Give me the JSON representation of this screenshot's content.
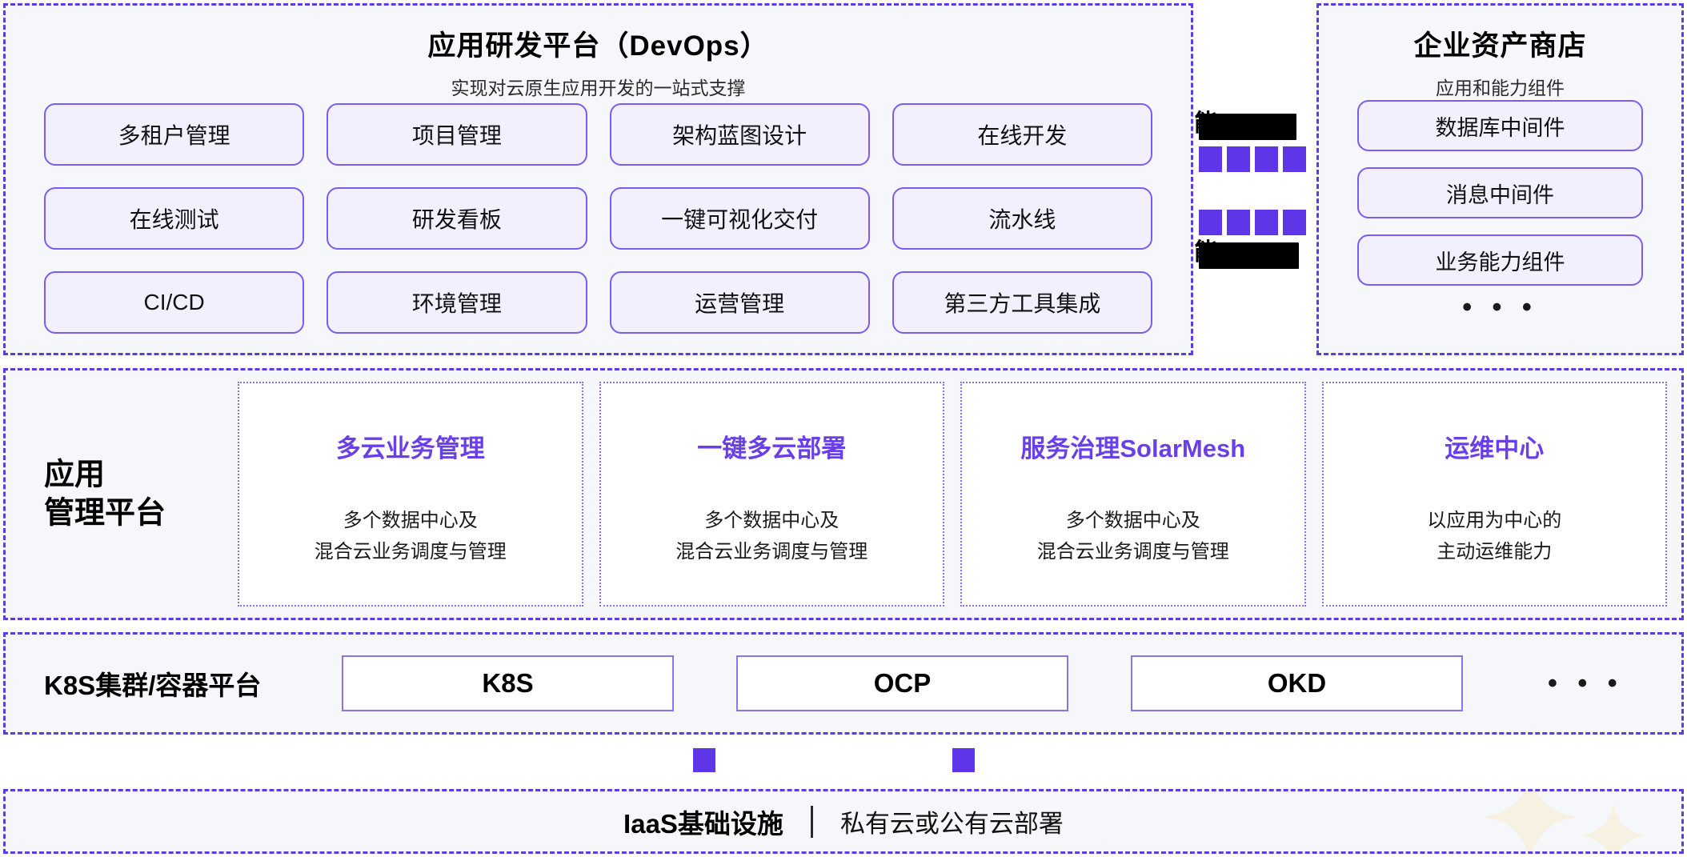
{
  "devops": {
    "title": "应用研发平台（DevOps）",
    "subtitle": "实现对云原生应用开发的一站式支撑",
    "items": [
      "多租户管理",
      "项目管理",
      "架构蓝图设计",
      "在线开发",
      "在线测试",
      "研发看板",
      "一键可视化交付",
      "流水线",
      "CI/CD",
      "环境管理",
      "运营管理",
      "第三方工具集成"
    ]
  },
  "redacted_column": {
    "note": "redacted-text",
    "rows": [
      {
        "type": "redacted-text",
        "ghost": "能"
      },
      {
        "type": "squares",
        "count": 4
      },
      {
        "type": "squares",
        "count": 4
      },
      {
        "type": "redacted-text",
        "ghost": "能"
      }
    ]
  },
  "asset_store": {
    "title": "企业资产商店",
    "subtitle": "应用和能力组件",
    "items": [
      "数据库中间件",
      "消息中间件",
      "业务能力组件"
    ],
    "more": "• • •"
  },
  "management": {
    "label": "应用\n管理平台",
    "cards": [
      {
        "title": "多云业务管理",
        "desc": "多个数据中心及\n混合云业务调度与管理"
      },
      {
        "title": "一键多云部署",
        "desc": "多个数据中心及\n混合云业务调度与管理"
      },
      {
        "title": "服务治理SolarMesh",
        "desc": "多个数据中心及\n混合云业务调度与管理"
      },
      {
        "title": "运维中心",
        "desc": "以应用为中心的\n主动运维能力"
      }
    ]
  },
  "k8s": {
    "label": "K8S集群/容器平台",
    "items": [
      "K8S",
      "OCP",
      "OKD"
    ],
    "more": "• • •"
  },
  "iaas": {
    "title": "IaaS基础设施",
    "divider": "|",
    "subtitle": "私有云或公有云部署"
  },
  "colors": {
    "accent_purple": "#5e36e8",
    "chip_border": "#7c5cf0",
    "chip_fill": "#f2efff",
    "card_title": "#6a3fe8",
    "section_bg": "#f6f7fa",
    "dash_border": "#5b3ce0",
    "sparkle": "#f7f0dc"
  }
}
